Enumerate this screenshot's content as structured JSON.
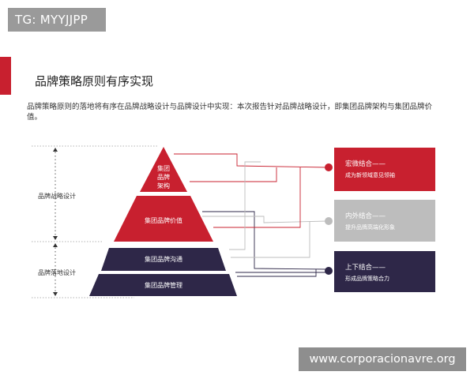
{
  "tag": {
    "text": "TG: MYYJJPP"
  },
  "title": "品牌策略原则有序实现",
  "intro": "品牌策略原则的落地将有序在品牌战略设计与品牌设计中实现：本次报告针对品牌战略设计，即集团品牌架构与集团品牌价值。",
  "side_labels": {
    "strategy": "品牌战略设计",
    "landing": "品牌落地设计"
  },
  "pyramid": {
    "layer1": "集团品牌架构",
    "layer2": "集团品牌价值",
    "layer3": "集团品牌沟通",
    "layer4": "集团品牌管理"
  },
  "boxes": [
    {
      "title": "宏微结合——",
      "desc": "成为新领域意见领袖",
      "color": "#c8202f"
    },
    {
      "title": "内外结合——",
      "desc": "提升品牌高端化形象",
      "color": "#bdbdbd"
    },
    {
      "title": "上下结合——",
      "desc": "形成品牌策略合力",
      "color": "#2e2748"
    }
  ],
  "colors": {
    "red": "#c8202f",
    "grey": "#bdbdbd",
    "navy": "#2e2748"
  },
  "watermark": "www.corporacionavre.org"
}
